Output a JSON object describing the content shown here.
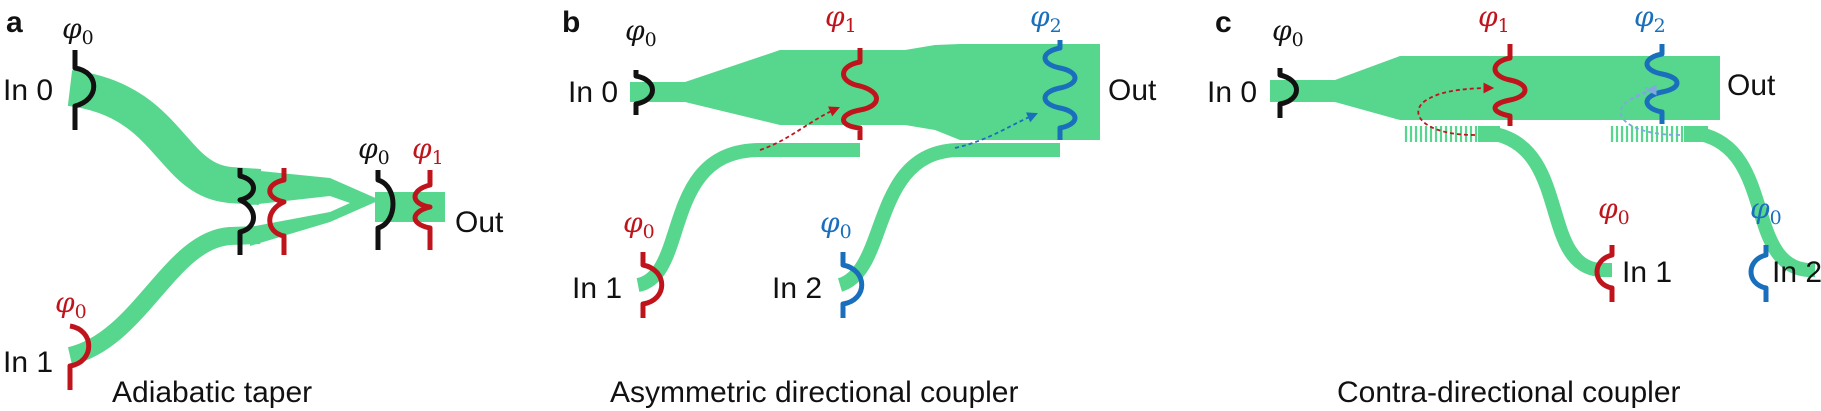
{
  "colors": {
    "waveguide": "#57d68d",
    "black": "#111111",
    "red": "#c0141c",
    "blue": "#1a6fbd"
  },
  "panels": {
    "a": {
      "tag": "a",
      "inputs": [
        "In 0",
        "In 1"
      ],
      "output": "Out",
      "phases": {
        "phi0": "φ",
        "phi0_sub": "0",
        "phi1": "φ",
        "phi1_sub": "1"
      },
      "caption": "Adiabatic taper"
    },
    "b": {
      "tag": "b",
      "inputs": [
        "In 0",
        "In 1",
        "In 2"
      ],
      "output": "Out",
      "phases": {
        "phi0": "φ",
        "phi0_sub": "0",
        "phi1": "φ",
        "phi1_sub": "1",
        "phi2": "φ",
        "phi2_sub": "2"
      },
      "caption": "Asymmetric directional coupler"
    },
    "c": {
      "tag": "c",
      "inputs": [
        "In 0",
        "In 1",
        "In 2"
      ],
      "output": "Out",
      "phases": {
        "phi0": "φ",
        "phi0_sub": "0",
        "phi1": "φ",
        "phi1_sub": "1",
        "phi2": "φ",
        "phi2_sub": "2"
      },
      "caption": "Contra-directional coupler"
    }
  }
}
